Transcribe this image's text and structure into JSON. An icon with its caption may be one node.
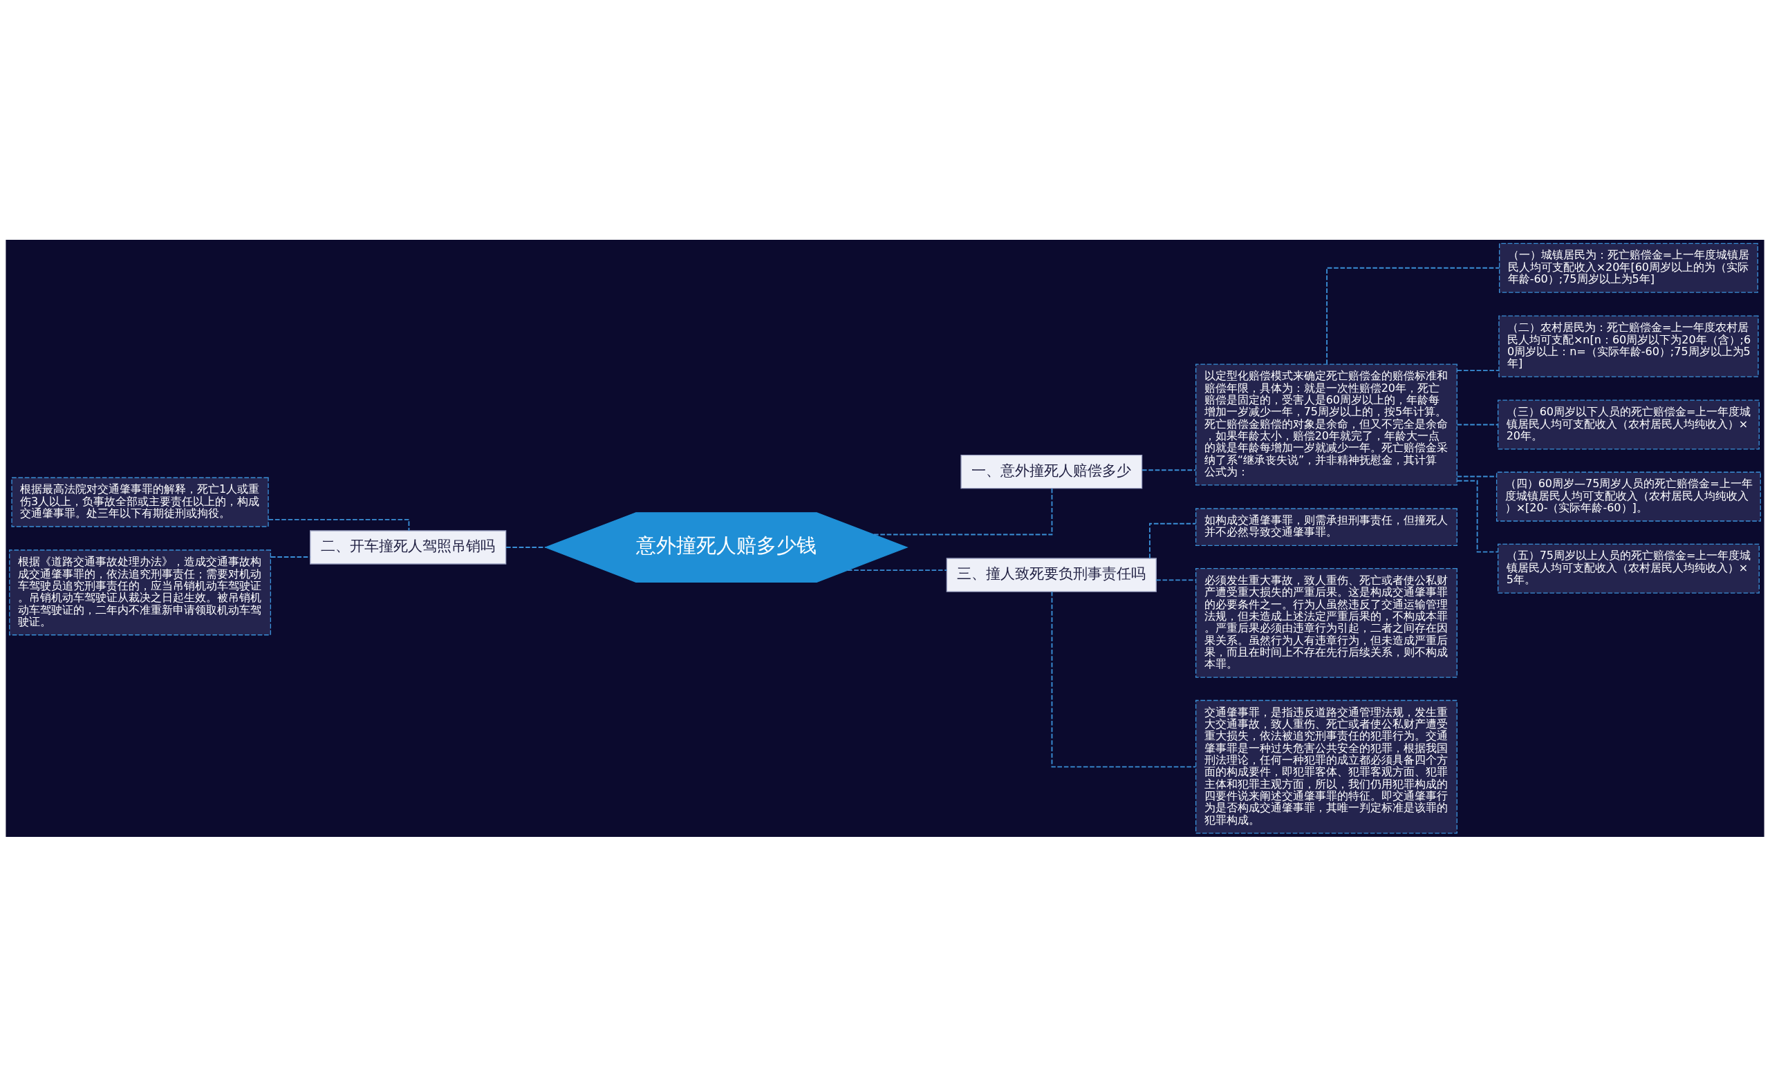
{
  "diagram": {
    "nodes": [
      {
        "text": [
          "意外撞死人赔多少钱"
        ]
      },
      {
        "text": [
          "一、意外撞死人赔偿多少"
        ]
      },
      {
        "text": [
          "以定型化赔偿模式来确定死亡赔偿金的赔偿标准和赔偿年限，具体为：就是一次性赔偿20年，死亡赔偿是固定的，受害人是60周岁以上的，年龄每增加一岁减少一年，75周岁以上的，按5年计算。死亡赔偿金赔偿的对象是余命，但又不完全是余命，如果年龄太小，赔偿20年就完了，年龄大一点的就是年龄每增加一岁就减少一年。死亡赔偿金采纳了系“继承丧失说”，并非精神抚慰金，其计算公式为："
        ]
      },
      {
        "text": [
          "（一）城镇居民为：死亡赔偿金=上一年度城镇居民人均可支配收入×20年[60周岁以上的为（实际年龄-60）;75周岁以上为5年]"
        ]
      },
      {
        "text": [
          "（二）农村居民为：死亡赔偿金=上一年度农村居民人均可支配×n[n：60周岁以下为20年（含）;60周岁以上：n=（实际年龄-60）;75周岁以上为5年]"
        ]
      },
      {
        "text": [
          "（三）60周岁以下人员的死亡赔偿金=上一年度城镇居民人均可支配收入（农村居民人均纯收入）×20年。"
        ]
      },
      {
        "text": [
          "（四）60周岁—75周岁人员的死亡赔偿金=上一年度城镇居民人均可支配收入（农村居民人均纯收入）×[20-（实际年龄-60）]。"
        ]
      },
      {
        "text": [
          "（五）75周岁以上人员的死亡赔偿金=上一年度城镇居民人均可支配收入（农村居民人均纯收入）×5年。"
        ]
      },
      {
        "text": [
          "二、开车撞死人驾照吊销吗"
        ]
      },
      {
        "text": [
          "根据最高法院对交通肇事罪的解释，死亡1人或重伤3人以上，负事故全部或主要责任以上的，构成交通肇事罪。处三年以下有期徒刑或拘役。"
        ]
      },
      {
        "text": [
          "根据《道路交通事故处理办法》，造成交通事故构成交通肇事罪的，依法追究刑事责任；需要对机动车驾驶员追究刑事责任的，应当吊销机动车驾驶证。吊销机动车驾驶证从裁决之日起生效。被吊销机动车驾驶证的，二年内不准重新申请领取机动车驾驶证。"
        ]
      },
      {
        "text": [
          "三、撞人致死要负刑事责任吗"
        ]
      },
      {
        "text": [
          "如构成交通肇事罪，则需承担刑事责任，但撞死人并不必然导致交通肇事罪。"
        ]
      },
      {
        "text": [
          "必须发生重大事故，致人重伤、死亡或者使公私财产遭受重大损失的严重后果。这是构成交通肇事罪的必要条件之一。行为人虽然违反了交通运输管理法规，但未造成上述法定严重后果的，不构成本罪。严重后果必须由违章行为引起，二者之间存在因果关系。虽然行为人有违章行为，但未造成严重后果，而且在时间上不存在先行后续关系，则不构成本罪。"
        ]
      },
      {
        "text": [
          "交通肇事罪，是指违反道路交通管理法规，发生重大交通事故，致人重伤、死亡或者使公私财产遭受重大损失，依法被追究刑事责任的犯罪行为。交通肇事罪是一种过失危害公共安全的犯罪，根据我国刑法理论，任何一种犯罪的成立都必须具备四个方面的构成要件，即犯罪客体、犯罪客观方面、犯罪主体和犯罪主观方面，所以，我们仍用犯罪构成的四要件说来阐述交通肇事罪的特征。即交通肇事行为是否构成交通肇事罪，其唯一判定标准是该罪的犯罪构成。"
        ]
      }
    ],
    "edges": [
      {
        "from": 0,
        "to": 1,
        "arrow": "none",
        "style": "dashed"
      },
      {
        "from": 1,
        "to": 2,
        "arrow": "none",
        "style": "dashed"
      },
      {
        "from": 2,
        "to": 3,
        "arrow": "none",
        "style": "dashed"
      },
      {
        "from": 2,
        "to": 4,
        "arrow": "none",
        "style": "dashed"
      },
      {
        "from": 2,
        "to": 5,
        "arrow": "none",
        "style": "dashed"
      },
      {
        "from": 2,
        "to": 6,
        "arrow": "none",
        "style": "dashed"
      },
      {
        "from": 2,
        "to": 7,
        "arrow": "none",
        "style": "dashed"
      },
      {
        "from": 0,
        "to": 8,
        "arrow": "none",
        "style": "dashed"
      },
      {
        "from": 8,
        "to": 9,
        "arrow": "none",
        "style": "dashed"
      },
      {
        "from": 8,
        "to": 10,
        "arrow": "none",
        "style": "dashed"
      },
      {
        "from": 0,
        "to": 11,
        "arrow": "none",
        "style": "dashed"
      },
      {
        "from": 11,
        "to": 12,
        "arrow": "none",
        "style": "dashed"
      },
      {
        "from": 11,
        "to": 13,
        "arrow": "none",
        "style": "dashed"
      },
      {
        "from": 11,
        "to": 14,
        "arrow": "none",
        "style": "dashed"
      }
    ]
  }
}
